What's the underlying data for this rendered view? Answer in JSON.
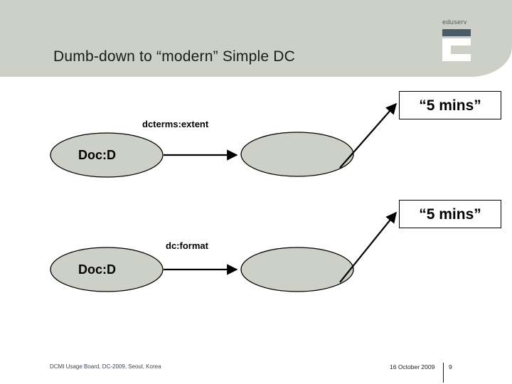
{
  "slide": {
    "title": "Dumb-down to “modern” Simple DC",
    "background_color": "#ffffff",
    "header_color": "#ccd0c6"
  },
  "brand": {
    "wordmark": "eduserv",
    "bar_color": "#4a5a66",
    "mark_color": "#ffffff",
    "mark_name": "eduserv-e-mark"
  },
  "diagram": {
    "node_fill": "#ccd0c6",
    "node_stroke": "#000000",
    "statements": [
      {
        "subject_label": "Doc:D",
        "predicate_label": "dcterms:extent",
        "object_label": "",
        "literal_label": "“5 mins”"
      },
      {
        "subject_label": "Doc:D",
        "predicate_label": "dc:format",
        "object_label": "",
        "literal_label": "“5 mins”"
      }
    ]
  },
  "footer": {
    "left_text": "DCMI Usage Board, DC-2009, Seoul, Korea",
    "date": "16 October 2009",
    "page_number": "9"
  }
}
